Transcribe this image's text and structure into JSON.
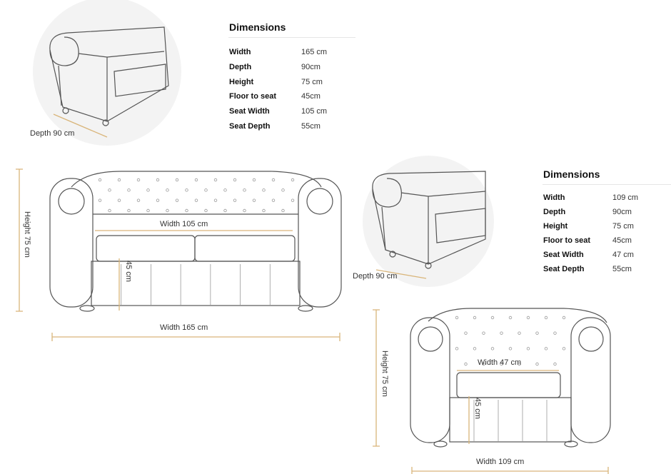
{
  "sofa": {
    "table": {
      "title": "Dimensions",
      "rows": [
        {
          "label": "Width",
          "value": "165 cm"
        },
        {
          "label": "Depth",
          "value": "90cm"
        },
        {
          "label": "Height",
          "value": "75 cm"
        },
        {
          "label": "Floor to seat",
          "value": "45cm"
        },
        {
          "label": "Seat Width",
          "value": "105 cm"
        },
        {
          "label": "Seat Depth",
          "value": "55cm"
        }
      ]
    },
    "side_depth": "Depth 90 cm",
    "height": "Height 75 cm",
    "width": "Width 165 cm",
    "seat_width": "Width 105 cm",
    "seat_height": "45 cm"
  },
  "chair": {
    "table": {
      "title": "Dimensions",
      "rows": [
        {
          "label": "Width",
          "value": "109 cm"
        },
        {
          "label": "Depth",
          "value": "90cm"
        },
        {
          "label": "Height",
          "value": "75 cm"
        },
        {
          "label": "Floor to seat",
          "value": "45cm"
        },
        {
          "label": "Seat Width",
          "value": "47 cm"
        },
        {
          "label": "Seat Depth",
          "value": "55cm"
        }
      ]
    },
    "side_depth": "Depth 90 cm",
    "height": "Height 75 cm",
    "width": "Width 109 cm",
    "seat_width": "Width 47 cm",
    "seat_height": "45 cm"
  },
  "colors": {
    "dimension_line": "#d9b57a",
    "circle_bg": "#f3f3f3"
  }
}
